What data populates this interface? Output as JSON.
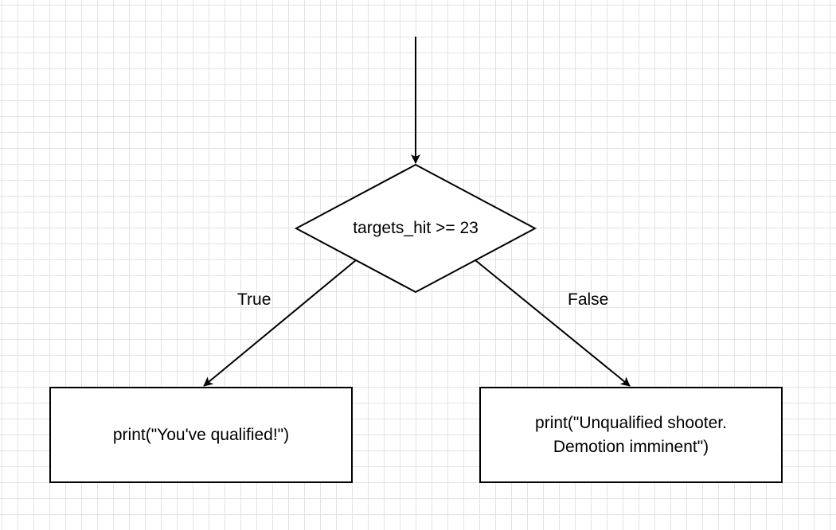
{
  "diagram": {
    "decision": {
      "text": "targets_hit >= 23"
    },
    "edges": {
      "true_label": "True",
      "false_label": "False"
    },
    "left_box": {
      "text": "print(\"You've qualified!\")"
    },
    "right_box": {
      "line1": "print(\"Unqualified shooter.",
      "line2": "Demotion imminent\")"
    },
    "colors": {
      "stroke": "#000000",
      "fill": "#ffffff",
      "grid": "#e3e3e3"
    }
  }
}
